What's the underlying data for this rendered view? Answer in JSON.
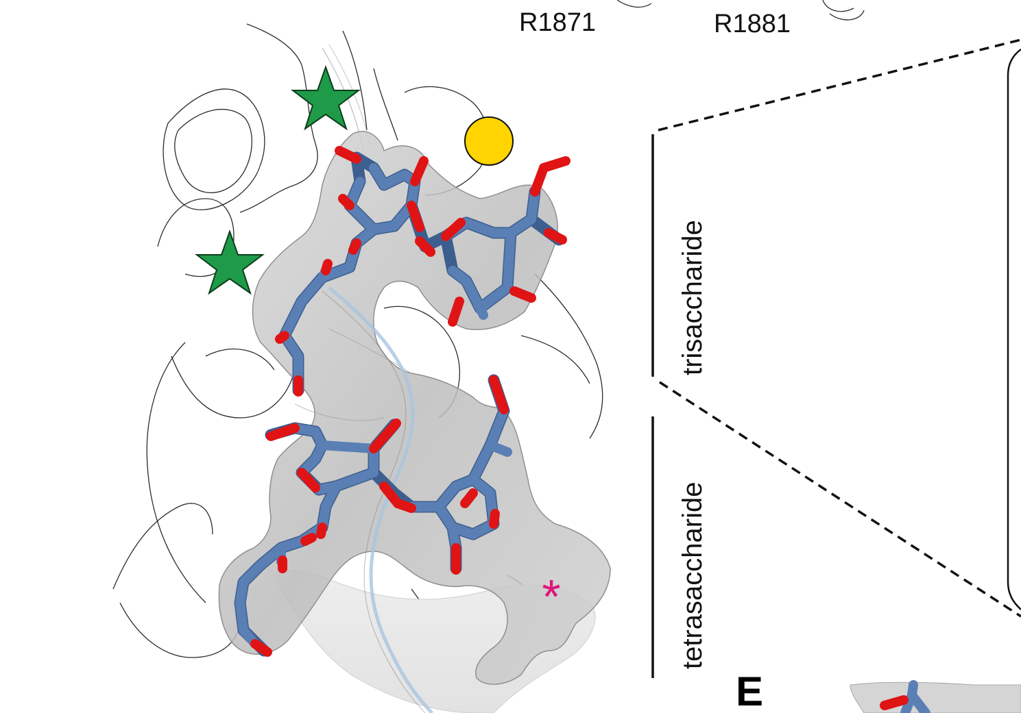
{
  "labels": {
    "residue_1": "R1871",
    "residue_2": "R1881",
    "bracket_top": "trisaccharide",
    "bracket_bottom": "tetrasaccharide",
    "panel": "E",
    "marker": "*"
  },
  "colors": {
    "star": "#1f9a48",
    "circle": "#ffd400",
    "asterisk": "#e0127a",
    "carbon": "#5a7fb5",
    "oxygen": "#e01414",
    "density": "#c9c9c9"
  },
  "markers": [
    {
      "name": "star",
      "icon": "star-icon",
      "count": 2
    },
    {
      "name": "circle",
      "icon": "circle-icon",
      "count": 1
    },
    {
      "name": "asterisk",
      "icon": "asterisk-icon",
      "count": 1
    }
  ]
}
